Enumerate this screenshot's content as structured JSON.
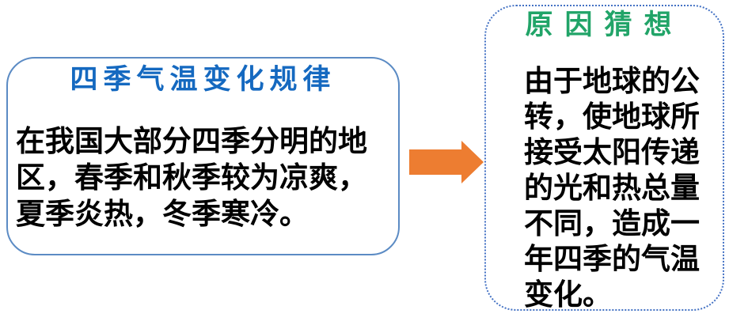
{
  "slide": {
    "background_color": "#FFFFFF"
  },
  "pattern_box": {
    "title": "四季气温变化规律",
    "title_color": "#1569C0",
    "border_color": "#5B8BC4",
    "border_style": "solid",
    "body_lines": {
      "0": "在我国大部分四季分明的地",
      "1": "区，春季和秋季较为凉爽，",
      "2": "夏季炎热，冬季寒冷。"
    }
  },
  "arrow": {
    "direction": "right",
    "color": "#ED7D31"
  },
  "cause_box": {
    "title": "原因猜想",
    "title_color": "#21A468",
    "border_color": "#4472C4",
    "border_style": "dotted",
    "body_lines": {
      "0": "由于地球的公",
      "1": "转，使地球所",
      "2": "接受太阳传递",
      "3": "的光和热总量",
      "4": "不同，造成一",
      "5": "年四季的气温",
      "6": "变化。"
    }
  }
}
